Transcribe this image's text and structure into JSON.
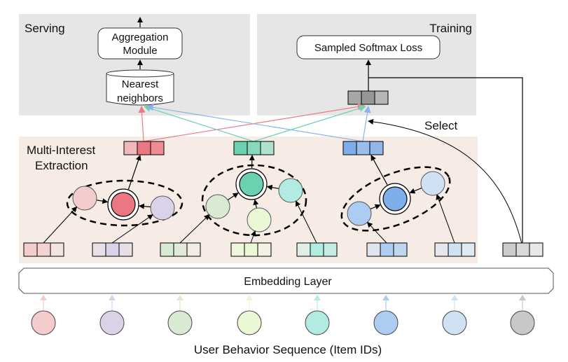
{
  "panels": {
    "serving": {
      "label": "Serving",
      "bg": "#e6e6e6"
    },
    "training": {
      "label": "Training",
      "bg": "#e6e6e6"
    },
    "extraction": {
      "label_line1": "Multi-Interest",
      "label_line2": "Extraction",
      "bg": "#f6ebe5"
    }
  },
  "serving_nodes": {
    "aggregation_line1": "Aggregation",
    "aggregation_line2": "Module",
    "nn_line1": "Nearest",
    "nn_line2": "neighbors"
  },
  "training_nodes": {
    "loss": "Sampled Softmax Loss"
  },
  "select_label": "Select",
  "embedding_layer": "Embedding Layer",
  "sequence_label": "User Behavior Sequence (Item IDs)",
  "interest_vectors": [
    {
      "name": "interest-red",
      "cells": [
        "#f1b8b9",
        "#ea7783",
        "#ed8c93"
      ],
      "arrow": "#ec7a85"
    },
    {
      "name": "interest-green",
      "cells": [
        "#6bd1b1",
        "#85d9bd",
        "#b0e1cc"
      ],
      "arrow": "#6fd2b0"
    },
    {
      "name": "interest-blue",
      "cells": [
        "#7eaeea",
        "#9bbdea",
        "#91b6ea"
      ],
      "arrow": "#8bb4ec"
    }
  ],
  "target_vector": {
    "cells": [
      "#a6a6a6",
      "#969696",
      "#b5b5b5"
    ]
  },
  "items": [
    {
      "color": "#f4cccc",
      "embed": [
        "#f4cccc",
        "#f4d2d2",
        "#f4e3de"
      ]
    },
    {
      "color": "#d9d2e9",
      "embed": [
        "#e8e0e6",
        "#d9d2e9",
        "#e6dfe8"
      ]
    },
    {
      "color": "#d9ead3",
      "embed": [
        "#d9ead3",
        "#e1ead9",
        "#f1ede3"
      ]
    },
    {
      "color": "#eaf8d6",
      "embed": [
        "#eef6dc",
        "#eaf8d6",
        "#f1f2e1"
      ]
    },
    {
      "color": "#b2ebe1",
      "embed": [
        "#e0efe6",
        "#b2ebe1",
        "#c6ebe3"
      ]
    },
    {
      "color": "#acccf2",
      "embed": [
        "#e0e4ec",
        "#acccf2",
        "#bfd5f0"
      ]
    },
    {
      "color": "#cfe2f3",
      "embed": [
        "#e4e8ee",
        "#cfe2f3",
        "#e1e8f0"
      ]
    },
    {
      "color": "#c8c8c8",
      "embed": [
        "#cccccc",
        "#d9d9d9",
        "#e8e8e8"
      ]
    }
  ],
  "capsules": [
    {
      "center_color": "#ea7783",
      "members": [
        "#f4cccc",
        "#d9d2e9"
      ]
    },
    {
      "center_color": "#6bd1b1",
      "members": [
        "#d9ead3",
        "#eaf8d6",
        "#b2ebe1"
      ]
    },
    {
      "center_color": "#7eaeea",
      "members": [
        "#acccf2",
        "#cfe2f3"
      ]
    }
  ]
}
